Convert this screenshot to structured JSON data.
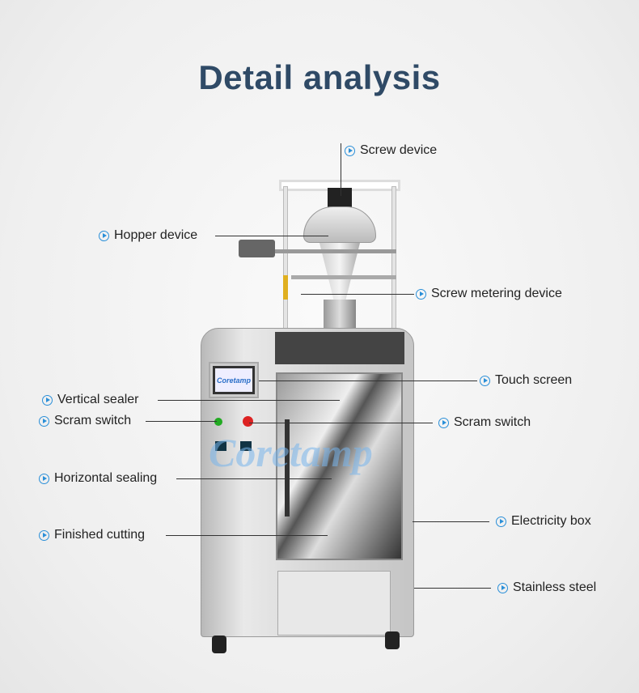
{
  "title": "Detail analysis",
  "watermark": "Coretamp",
  "screen_text": "Coretamp",
  "labels": {
    "screw_device": "Screw device",
    "hopper_device": "Hopper device",
    "screw_metering": "Screw metering device",
    "touch_screen": "Touch screen",
    "vertical_sealer": "Vertical sealer",
    "scram_left": "Scram switch",
    "scram_right": "Scram switch",
    "horizontal_sealing": "Horizontal sealing",
    "finished_cutting": "Finished cutting",
    "electricity_box": "Electricity box",
    "stainless_steel": "Stainless steel"
  },
  "colors": {
    "title": "#2f4a66",
    "icon": "#2a8fd8"
  }
}
